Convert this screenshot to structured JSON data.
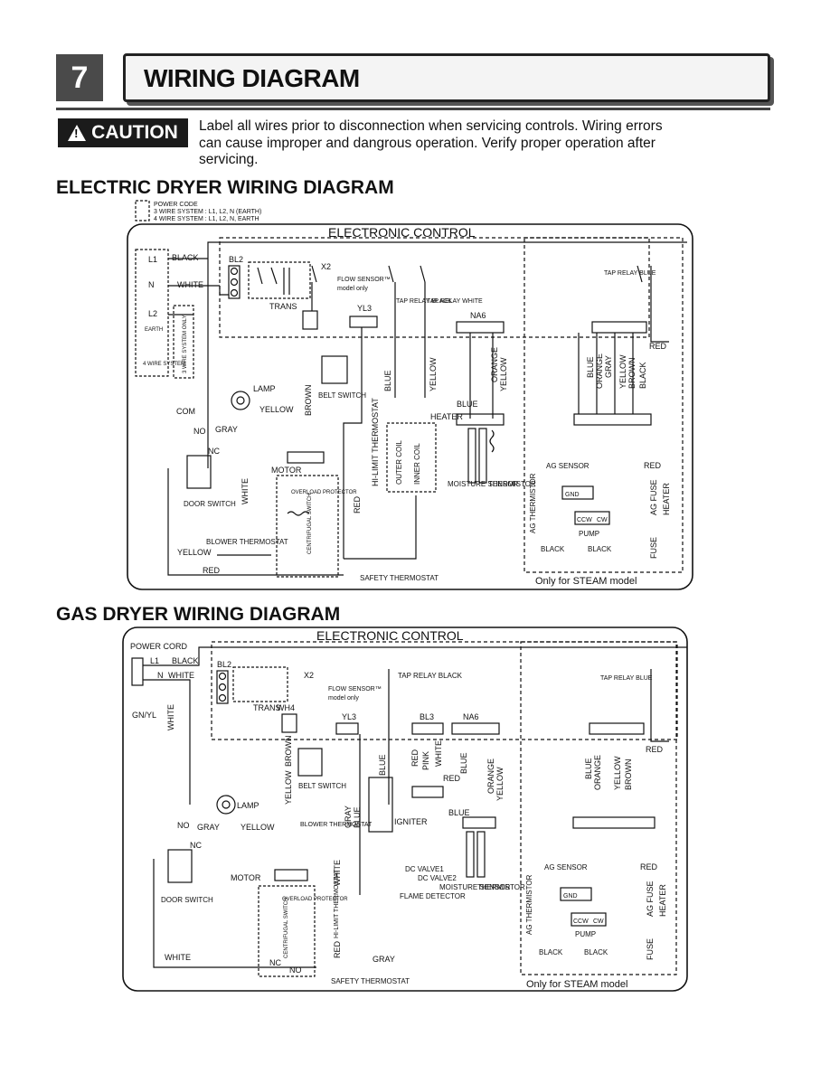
{
  "section": {
    "number": "7",
    "title": "WIRING DIAGRAM"
  },
  "caution": {
    "badge": "CAUTION",
    "text": "Label all wires prior to disconnection when servicing controls. Wiring errors can cause improper and dangrous operation. Verify proper operation after servicing."
  },
  "electric": {
    "heading": "ELECTRIC DRYER WIRING DIAGRAM",
    "power_note": [
      "POWER CODE",
      "3 WIRE SYSTEM : L1, L2, N (EARTH)",
      "4 WIRE SYSTEM : L1, L2, N, EARTH"
    ],
    "control": "ELECTRONIC CONTROL",
    "labels": {
      "l1": "L1",
      "n": "N",
      "l2": "L2",
      "earth": "EARTH",
      "black": "BLACK",
      "white": "WHITE",
      "three_wire": "3 WIRE SYSTEM ONLY",
      "four_wire": "4 WIRE SYSTEM",
      "bl2": "BL2",
      "x2": "X2",
      "trans": "TRANS",
      "flow_sensor": "FLOW SENSOR™",
      "model_only": "model only",
      "tap_relay_black": "TAP RELAY BLACK",
      "tap_relay_white": "TAP RELAY WHITE",
      "tap_relay_blue": "TAP RELAY BLUE",
      "yl3": "YL3",
      "na6": "NA6",
      "brown": "BROWN",
      "lamp": "LAMP",
      "yellow": "YELLOW",
      "gray": "GRAY",
      "com": "COM",
      "no": "NO",
      "nc": "NC",
      "belt_switch": "BELT SWITCH",
      "hi_limit": "HI-LIMIT THERMOSTAT",
      "blue": "BLUE",
      "heater": "HEATER",
      "outer_coil": "OUTER COIL",
      "inner_coil": "INNER COIL",
      "orange": "ORANGE",
      "red": "RED",
      "motor": "MOTOR",
      "overload": "OVERLOAD PROTECTOR",
      "centrifugal": "CENTRIFUGAL SWITCH",
      "door_switch": "DOOR SWITCH",
      "blower_thermostat": "BLOWER THERMOSTAT",
      "safety_thermostat": "SAFETY THERMOSTAT",
      "moisture": "MOISTURE SENSOR",
      "thermistor": "THERMISTOR",
      "ag_sensor": "AG SENSOR",
      "ag_thermistor": "AG THERMISTOR",
      "gnd": "GND",
      "pump": "PUMP",
      "ccw": "CCW",
      "cw": "CW",
      "fuse": "FUSE",
      "ag_fuse": "AG FUSE",
      "heater2": "HEATER",
      "steam_only": "Only for STEAM model"
    }
  },
  "gas": {
    "heading": "GAS DRYER WIRING DIAGRAM",
    "control": "ELECTRONIC CONTROL",
    "labels": {
      "power_cord": "POWER CORD",
      "l1": "L1",
      "n": "N",
      "black": "BLACK",
      "white": "WHITE",
      "gnyl": "GN/YL",
      "bl2": "BL2",
      "x2": "X2",
      "trans": "TRANS",
      "wh4": "WH4",
      "flow_sensor": "FLOW SENSOR™",
      "model_only": "model only",
      "tap_relay_black": "TAP RELAY BLACK",
      "tap_relay_blue": "TAP RELAY BLUE",
      "yl3": "YL3",
      "bl3": "BL3",
      "na6": "NA6",
      "brown": "BROWN",
      "yellow": "YELLOW",
      "belt_switch": "BELT SWITCH",
      "lamp": "LAMP",
      "gray": "GRAY",
      "no": "NO",
      "nc": "NC",
      "blower_thermostat": "BLOWER THERMOSTAT",
      "door_switch": "DOOR SWITCH",
      "motor": "MOTOR",
      "overload": "OVERLOAD PROTECTOR",
      "centrifugal": "CENTRIFUGAL SWITCH",
      "blue": "BLUE",
      "red": "RED",
      "pink": "PINK",
      "orange": "ORANGE",
      "igniter": "IGNITER",
      "dc_valve1": "DC VALVE1",
      "dc_valve2": "DC VALVE2",
      "flame_detector": "FLAME DETECTOR",
      "hi_limit": "HI-LIMIT THERMOSTAT",
      "safety_thermostat": "SAFETY THERMOSTAT",
      "moisture": "MOISTURE SENSOR",
      "thermistor": "THERMISTOR",
      "ag_sensor": "AG SENSOR",
      "ag_thermistor": "AG THERMISTOR",
      "gnd": "GND",
      "pump": "PUMP",
      "ccw": "CCW",
      "cw": "CW",
      "fuse": "FUSE",
      "ag_fuse": "AG FUSE",
      "heater": "HEATER",
      "steam_only": "Only for STEAM model"
    }
  }
}
